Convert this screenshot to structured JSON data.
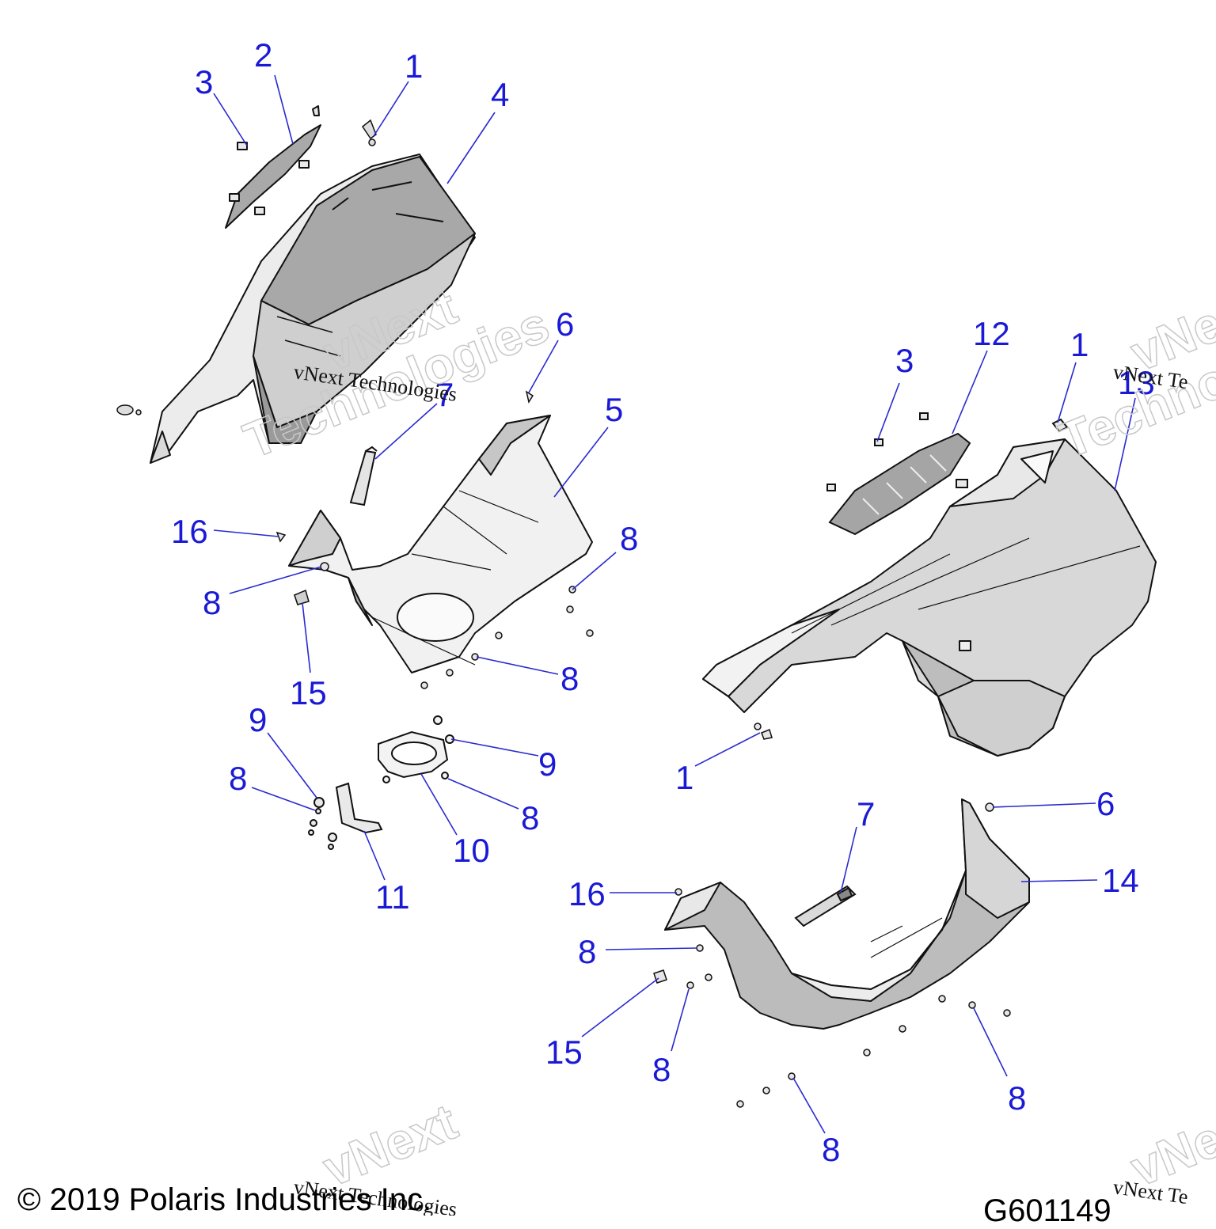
{
  "diagram": {
    "callouts": [
      {
        "id": "c-3a",
        "label": "3"
      },
      {
        "id": "c-2",
        "label": "2"
      },
      {
        "id": "c-1a",
        "label": "1"
      },
      {
        "id": "c-4",
        "label": "4"
      },
      {
        "id": "c-6a",
        "label": "6"
      },
      {
        "id": "c-7a",
        "label": "7"
      },
      {
        "id": "c-5",
        "label": "5"
      },
      {
        "id": "c-16a",
        "label": "16"
      },
      {
        "id": "c-8a",
        "label": "8"
      },
      {
        "id": "c-8b",
        "label": "8"
      },
      {
        "id": "c-15a",
        "label": "15"
      },
      {
        "id": "c-8c",
        "label": "8"
      },
      {
        "id": "c-9a",
        "label": "9"
      },
      {
        "id": "c-8d",
        "label": "8"
      },
      {
        "id": "c-9b",
        "label": "9"
      },
      {
        "id": "c-8e",
        "label": "8"
      },
      {
        "id": "c-10",
        "label": "10"
      },
      {
        "id": "c-11",
        "label": "11"
      },
      {
        "id": "c-3b",
        "label": "3"
      },
      {
        "id": "c-12",
        "label": "12"
      },
      {
        "id": "c-1b",
        "label": "1"
      },
      {
        "id": "c-13",
        "label": "13"
      },
      {
        "id": "c-1c",
        "label": "1"
      },
      {
        "id": "c-6b",
        "label": "6"
      },
      {
        "id": "c-7b",
        "label": "7"
      },
      {
        "id": "c-14",
        "label": "14"
      },
      {
        "id": "c-16b",
        "label": "16"
      },
      {
        "id": "c-8f",
        "label": "8"
      },
      {
        "id": "c-15b",
        "label": "15"
      },
      {
        "id": "c-8g",
        "label": "8"
      },
      {
        "id": "c-8h",
        "label": "8"
      },
      {
        "id": "c-8i",
        "label": "8"
      }
    ],
    "watermark": {
      "line1": "vNext Technologies",
      "outline_top": "vNext",
      "outline_bottom": "Technologies",
      "right_line": "vNext Te",
      "right_outline_top": "vNe",
      "right_outline_bottom": "Technolo"
    },
    "footer": {
      "copyright": "© 2019 Polaris Industries Inc.",
      "figure_code": "G601149"
    }
  },
  "colors": {
    "callout": "#1a1ad6",
    "leader": "#2a2ad0",
    "part_fill": "#bcbcbc",
    "part_light": "#e6e6e6",
    "part_dark": "#8f8f8f",
    "outline": "#111111",
    "watermark": "#c8c8c8"
  }
}
